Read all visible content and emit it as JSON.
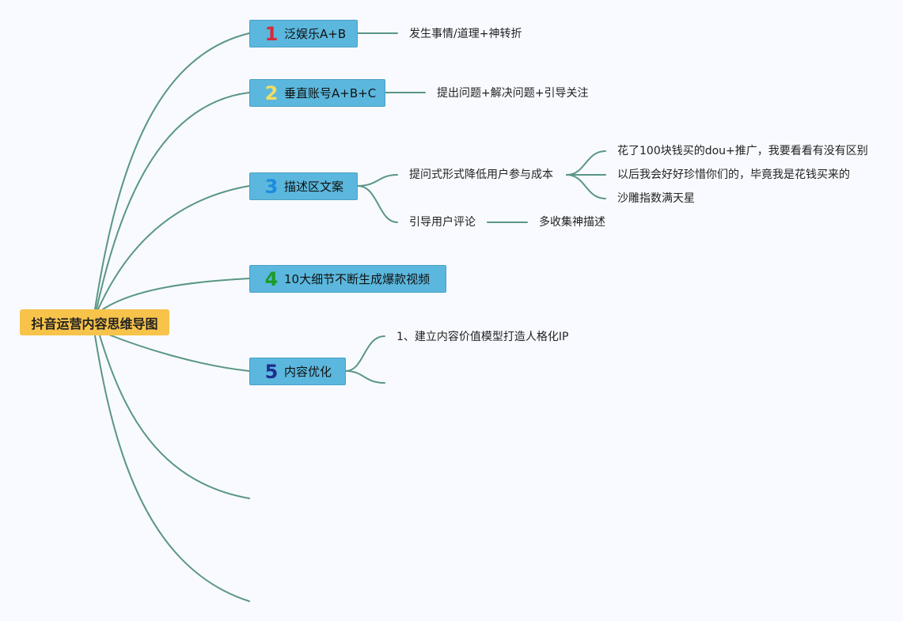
{
  "root": {
    "label": "抖音运营内容思维导图"
  },
  "topics": [
    {
      "num": "1",
      "label": "泛娱乐A+B",
      "children": [
        {
          "label": "发生事情/道理+神转折"
        }
      ]
    },
    {
      "num": "2",
      "label": "垂直账号A+B+C",
      "children": [
        {
          "label": "提出问题+解决问题+引导关注"
        }
      ]
    },
    {
      "num": "3",
      "label": "描述区文案",
      "children": [
        {
          "label": "提问式形式降低用户参与成本",
          "children": [
            {
              "label": "花了100块钱买的dou+推广，我要看看有没有区别"
            },
            {
              "label": "以后我会好好珍惜你们的，毕竟我是花钱买来的"
            },
            {
              "label": "沙雕指数满天星"
            }
          ]
        },
        {
          "label": "引导用户评论",
          "children": [
            {
              "label": "多收集神描述"
            }
          ]
        }
      ]
    },
    {
      "num": "4",
      "label": "10大细节不断生成爆款视频",
      "children": []
    },
    {
      "num": "5",
      "label": "内容优化",
      "children": [
        {
          "label": "1、建立内容价值模型打造人格化IP"
        }
      ]
    }
  ],
  "colors": {
    "connector": "#5a9684",
    "root_fill": "#f7c34a",
    "topic_fill": "#5bb7dd",
    "background": "#f8faff"
  }
}
